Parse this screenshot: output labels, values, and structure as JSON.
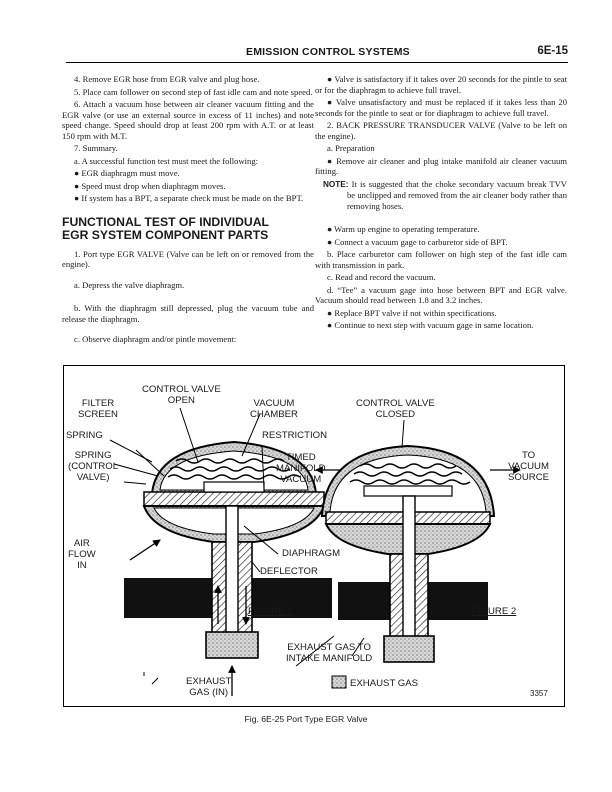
{
  "header": {
    "title": "EMISSION CONTROL SYSTEMS",
    "page_number": "6E-15"
  },
  "left_column": {
    "p1": "4. Remove EGR hose from EGR valve and plug hose.",
    "p2": "5. Place cam follower on second step of fast idle cam and note speed.",
    "p3": "6. Attach a vacuum hose between air cleaner vacuum fitting and the EGR valve (or use an external source in excess of 11 inches) and note speed change. Speed should drop at least 200 rpm with A.T. or at least 150 rpm with M.T.",
    "p4": "7. Summary.",
    "p5": "a. A successful function test must meet the following:",
    "p6": "● EGR diaphragm must move.",
    "p7": "● Speed must drop when diaphragm moves.",
    "p8": "● If system has a BPT, a separate check must be made on the BPT.",
    "section_heading_1": "FUNCTIONAL TEST OF INDIVIDUAL",
    "section_heading_2": "EGR SYSTEM COMPONENT PARTS",
    "p9": "1. Port type EGR VALVE (Valve can be left on or removed from the engine).",
    "p10": "a. Depress the valve diaphragm.",
    "p11": "b. With the diaphragm still depressed, plug the vacuum tube and release the diaphragm.",
    "p12": "c. Observe diaphragm and/or pintle movement:"
  },
  "right_column": {
    "p1": "● Valve is satisfactory if it takes over 20 seconds for the pintle to seat or for the diaphragm to achieve full travel.",
    "p2": "● Valve unsatisfactory and must be replaced if it takes less than 20 seconds for the pintle to seat or for diaphragm to achieve full travel.",
    "p3": "2. BACK PRESSURE TRANSDUCER VALVE (Valve to be left on the engine).",
    "p4": "a. Preparation",
    "p5": "● Remove air cleaner and plug intake manifold air cleaner vacuum fitting.",
    "note_label": "NOTE:",
    "note_text": "It is suggested that the choke secondary vacuum break TVV be unclipped and removed from the air cleaner body rather than removing hoses.",
    "p6": "● Warm up engine to operating temperature.",
    "p7": "● Connect a vacuum gage to carburetor side of BPT.",
    "p8": "b. Place carburetor cam follower on high step of the fast idle cam with transmission in park.",
    "p9": "c. Read and record the vacuum.",
    "p10": "d. “Tee” a vacuum gage into hose between BPT and EGR valve. Vacuum should read between 1.8 and 3.2 inches.",
    "p11": "● Replace BPT valve if not within specifications.",
    "p12": "● Continue to next step with vacuum gage in same location."
  },
  "figure": {
    "control_valve_open_1": "CONTROL VALVE",
    "control_valve_open_2": "OPEN",
    "filter_screen_1": "FILTER",
    "filter_screen_2": "SCREEN",
    "vacuum_chamber_1": "VACUUM",
    "vacuum_chamber_2": "CHAMBER",
    "control_valve_closed_1": "CONTROL VALVE",
    "control_valve_closed_2": "CLOSED",
    "spring": "SPRING",
    "restriction": "RESTRICTION",
    "spring_control_valve_1": "SPRING",
    "spring_control_valve_2": "(CONTROL",
    "spring_control_valve_3": "VALVE)",
    "timed_manifold_vacuum_1": "TIMED",
    "timed_manifold_vacuum_2": "MANIFOLD",
    "timed_manifold_vacuum_3": "VACUUM",
    "to_vacuum_source_1": "TO",
    "to_vacuum_source_2": "VACUUM",
    "to_vacuum_source_3": "SOURCE",
    "air_flow_in_1": "AIR",
    "air_flow_in_2": "FLOW",
    "air_flow_in_3": "IN",
    "diaphragm": "DIAPHRAGM",
    "deflector": "DEFLECTOR",
    "figure_1": "FIGURE 1",
    "figure_2": "FIGURE 2",
    "exhaust_to_intake_1": "EXHAUST GAS TO",
    "exhaust_to_intake_2": "INTAKE MANIFOLD",
    "exhaust_gas_in_1": "EXHAUST",
    "exhaust_gas_in_2": "GAS (IN)",
    "legend_exhaust_gas": "EXHAUST GAS",
    "figure_code": "3357"
  },
  "caption": "Fig. 6E-25 Port Type EGR Valve"
}
